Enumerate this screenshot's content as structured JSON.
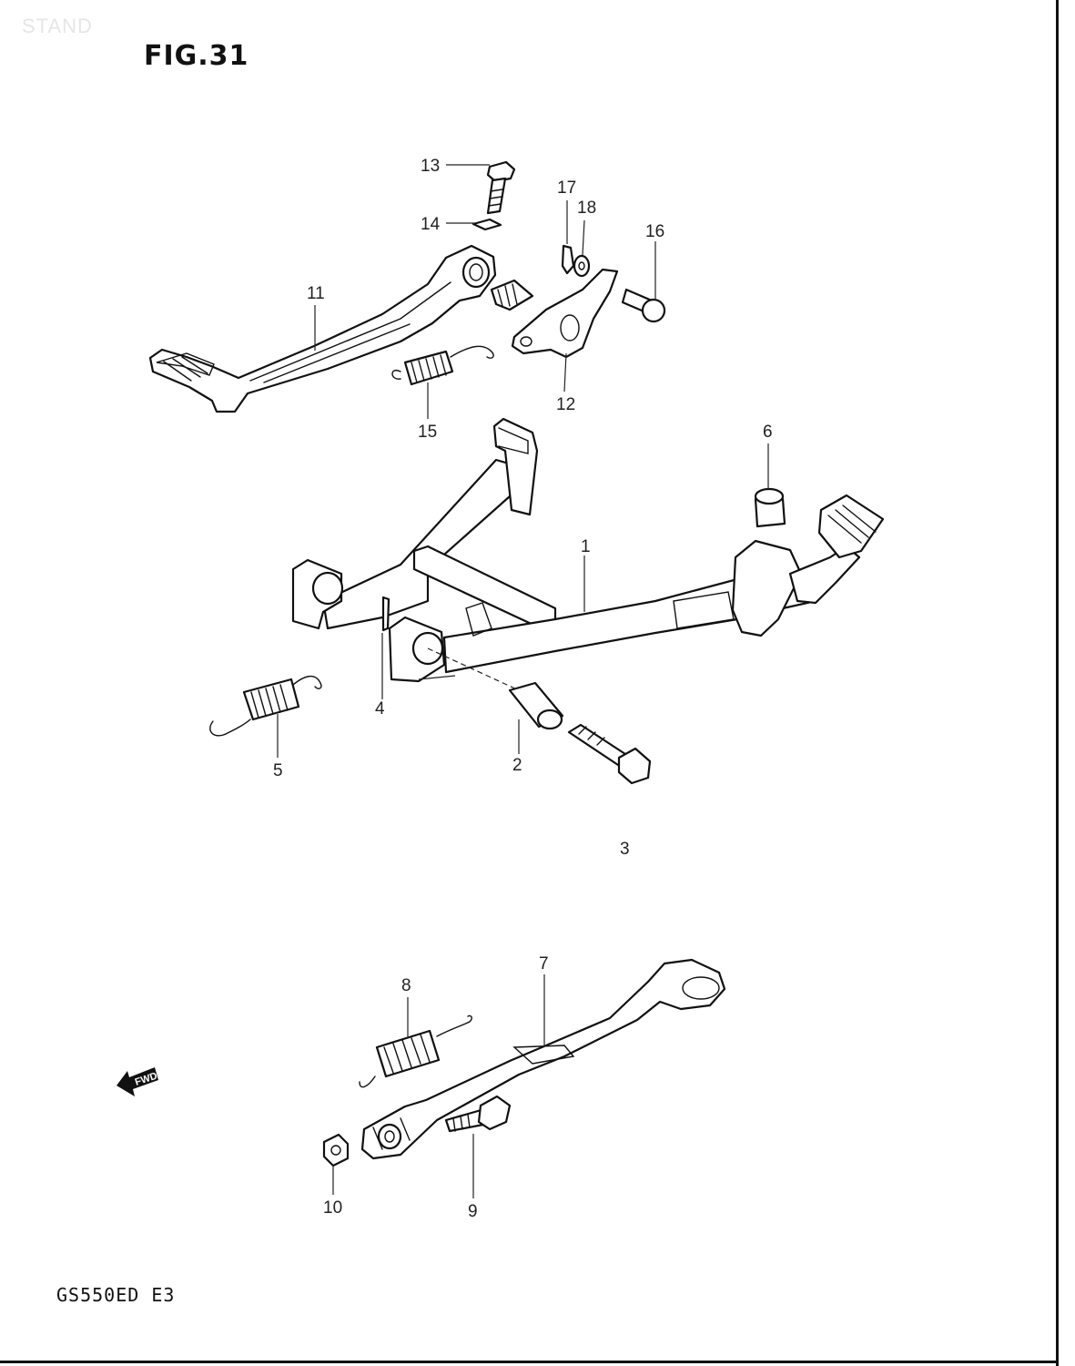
{
  "watermark": "STAND",
  "figure_title": "FIG.31",
  "model_code": "GS550ED E3",
  "fwd_label": "FWD",
  "callouts": [
    {
      "id": "c1",
      "label": "1"
    },
    {
      "id": "c2",
      "label": "2"
    },
    {
      "id": "c3",
      "label": "3"
    },
    {
      "id": "c4",
      "label": "4"
    },
    {
      "id": "c5",
      "label": "5"
    },
    {
      "id": "c6",
      "label": "6"
    },
    {
      "id": "c7",
      "label": "7"
    },
    {
      "id": "c8",
      "label": "8"
    },
    {
      "id": "c9",
      "label": "9"
    },
    {
      "id": "c10",
      "label": "10"
    },
    {
      "id": "c11",
      "label": "11"
    },
    {
      "id": "c12",
      "label": "12"
    },
    {
      "id": "c13",
      "label": "13"
    },
    {
      "id": "c14",
      "label": "14"
    },
    {
      "id": "c15",
      "label": "15"
    },
    {
      "id": "c16",
      "label": "16"
    },
    {
      "id": "c17",
      "label": "17"
    },
    {
      "id": "c18",
      "label": "18"
    }
  ]
}
